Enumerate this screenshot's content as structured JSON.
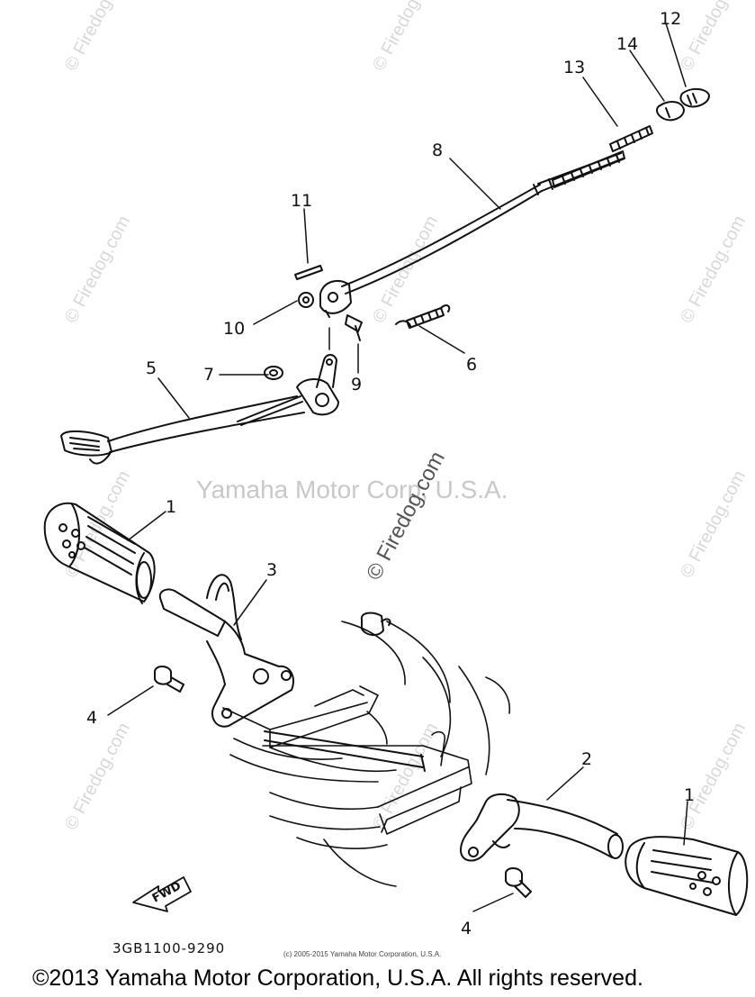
{
  "watermark": {
    "repeat_text": "© Firedog.com",
    "center_text": "Yamaha Motor Corp, U.S.A.",
    "center_rotated_text": "© Firedog.com"
  },
  "callouts": {
    "c1a": "1",
    "c1b": "1",
    "c2": "2",
    "c3": "3",
    "c4a": "4",
    "c4b": "4",
    "c5": "5",
    "c6": "6",
    "c7": "7",
    "c8": "8",
    "c9": "9",
    "c10": "10",
    "c11": "11",
    "c12": "12",
    "c13": "13",
    "c14": "14"
  },
  "fwd_label": "FWD",
  "drawing_code": "3GB1100-9290",
  "small_copyright": "(c) 2005-2015 Yamaha Motor Corporation, U.S.A.",
  "copyright": "©2013 Yamaha Motor Corporation, U.S.A. All rights reserved."
}
